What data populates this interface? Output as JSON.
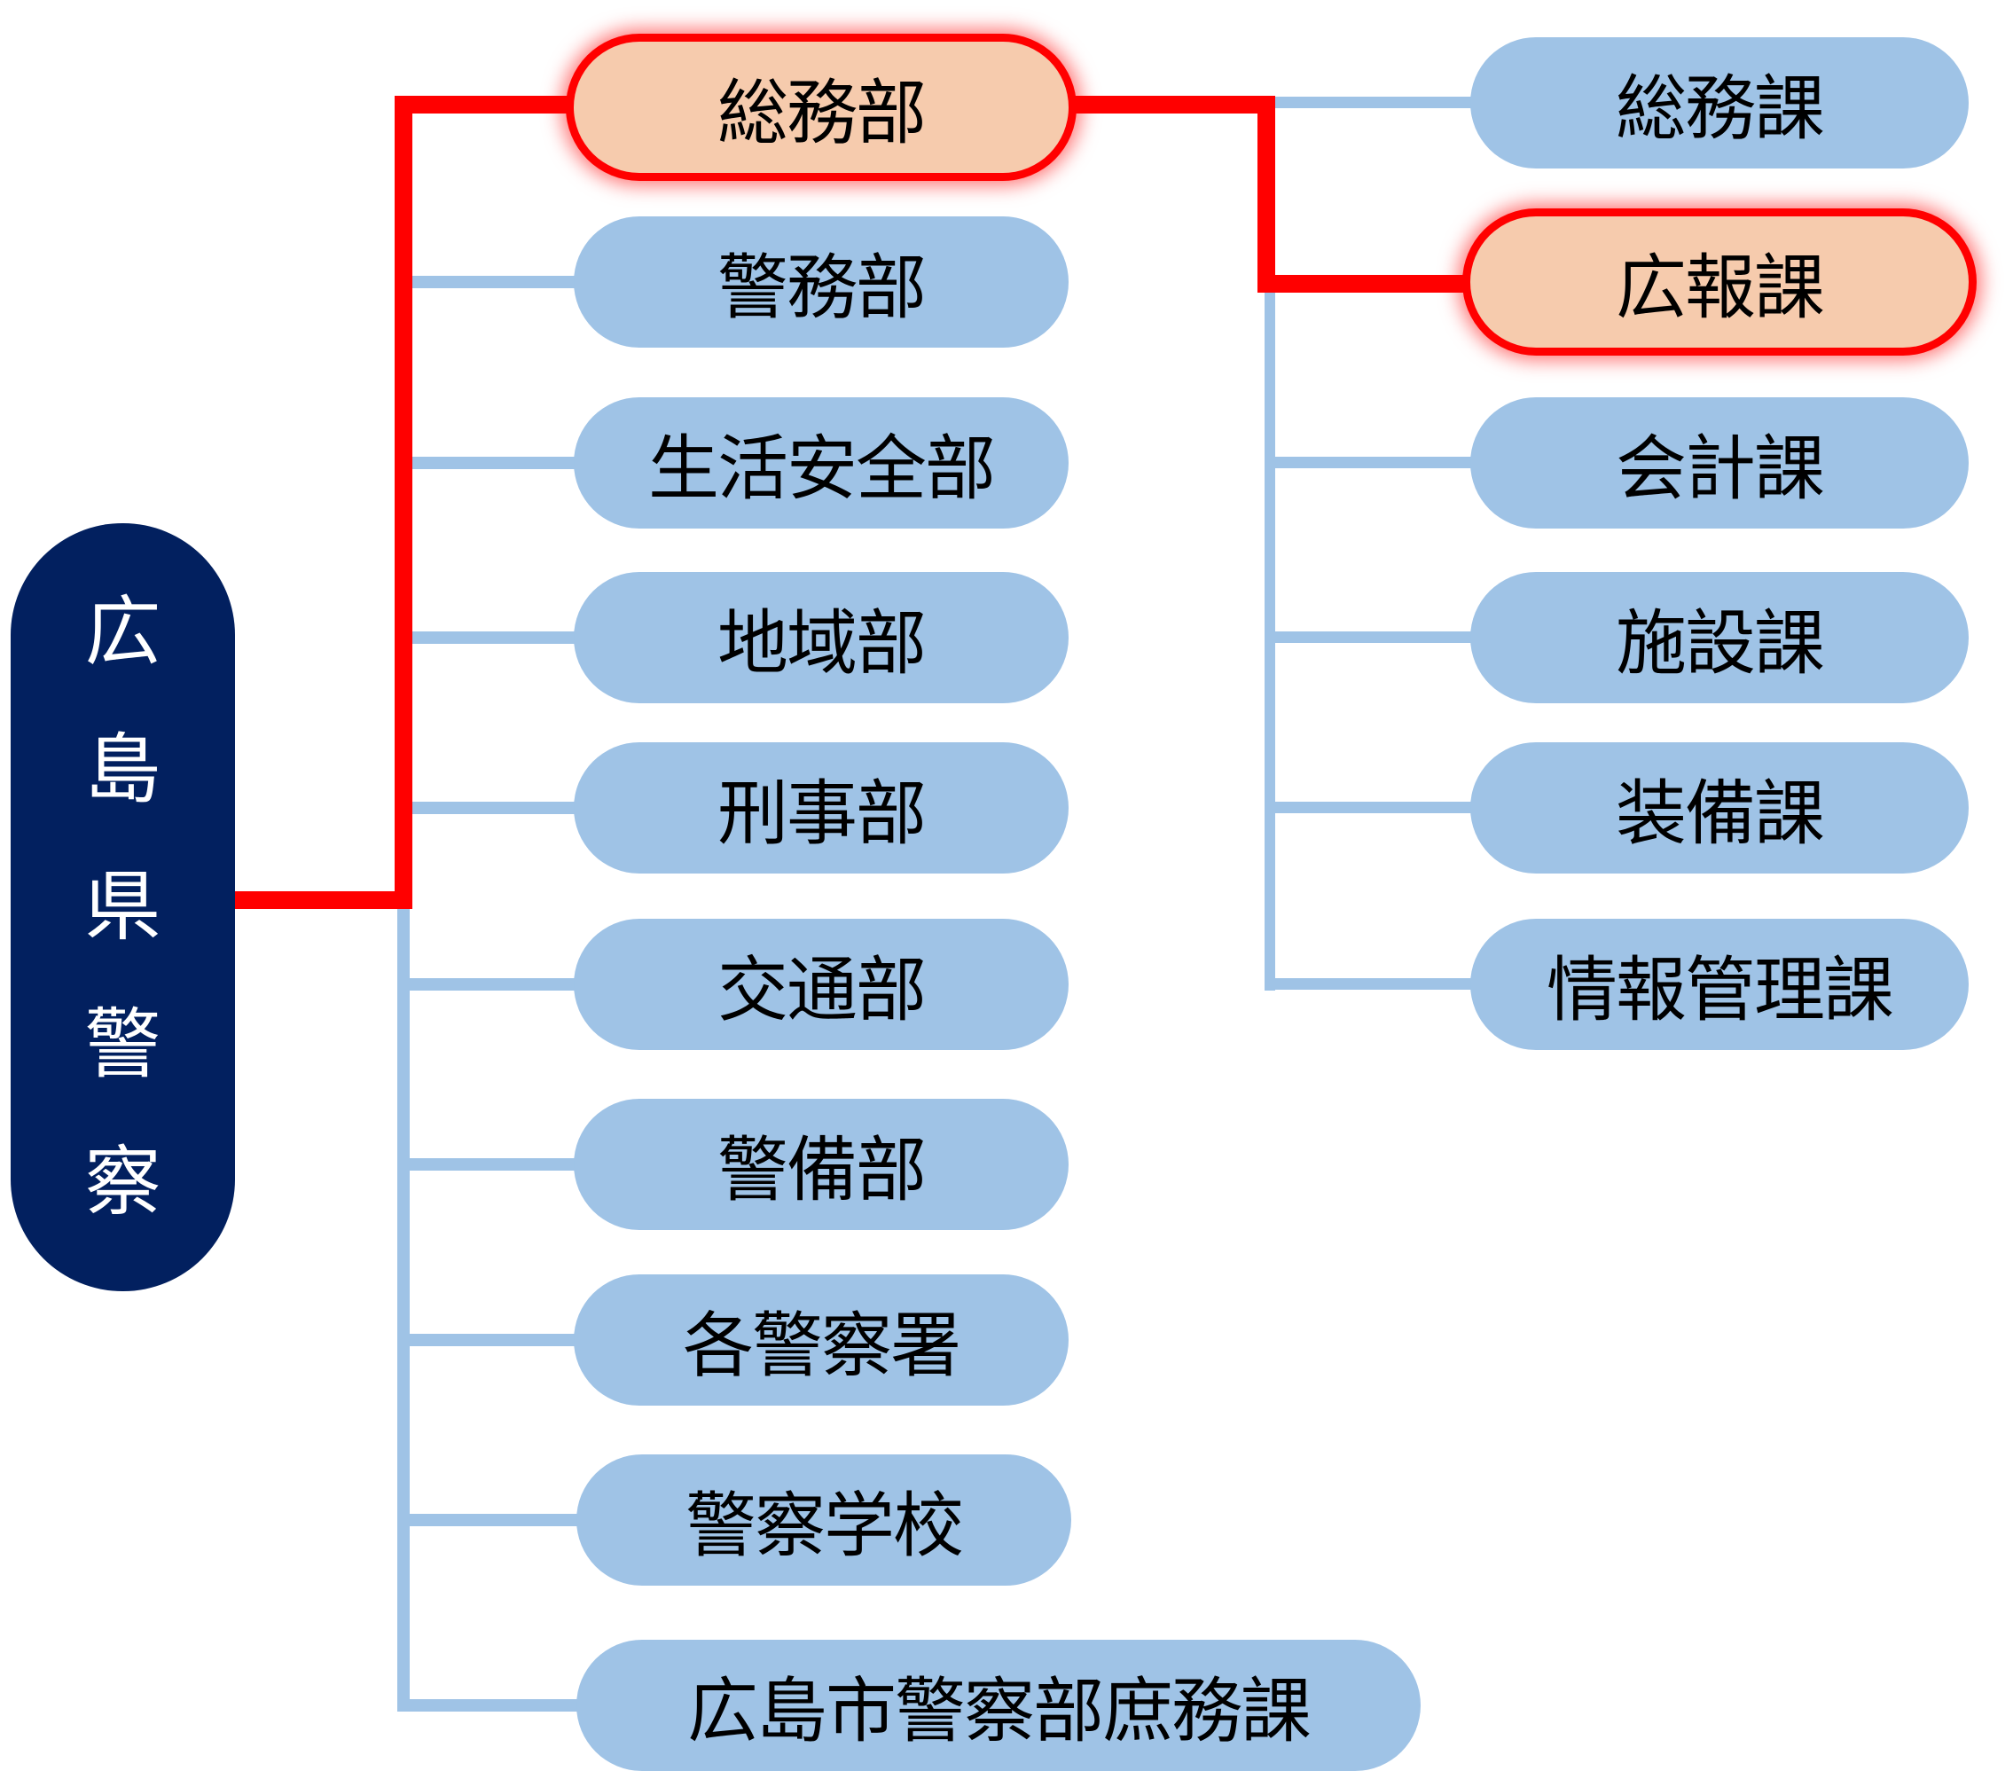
{
  "root": {
    "label": "広島県警察",
    "chars": [
      "広",
      "島",
      "県",
      "警",
      "察"
    ]
  },
  "departments": [
    {
      "label": "総務部",
      "highlighted": true
    },
    {
      "label": "警務部",
      "highlighted": false
    },
    {
      "label": "生活安全部",
      "highlighted": false
    },
    {
      "label": "地域部",
      "highlighted": false
    },
    {
      "label": "刑事部",
      "highlighted": false
    },
    {
      "label": "交通部",
      "highlighted": false
    },
    {
      "label": "警備部",
      "highlighted": false
    },
    {
      "label": "各警察署",
      "highlighted": false
    },
    {
      "label": "警察学校",
      "highlighted": false
    },
    {
      "label": "広島市警察部庶務課",
      "highlighted": false
    }
  ],
  "sections": [
    {
      "label": "総務課",
      "highlighted": false
    },
    {
      "label": "広報課",
      "highlighted": true
    },
    {
      "label": "会計課",
      "highlighted": false
    },
    {
      "label": "施設課",
      "highlighted": false
    },
    {
      "label": "装備課",
      "highlighted": false
    },
    {
      "label": "情報管理課",
      "highlighted": false
    }
  ],
  "colors": {
    "root_bg": "#02205f",
    "node_bg": "#9fc3e6",
    "highlight_bg": "#f6cbad",
    "highlight_path": "#ff0000",
    "connector": "#9fc3e6"
  }
}
